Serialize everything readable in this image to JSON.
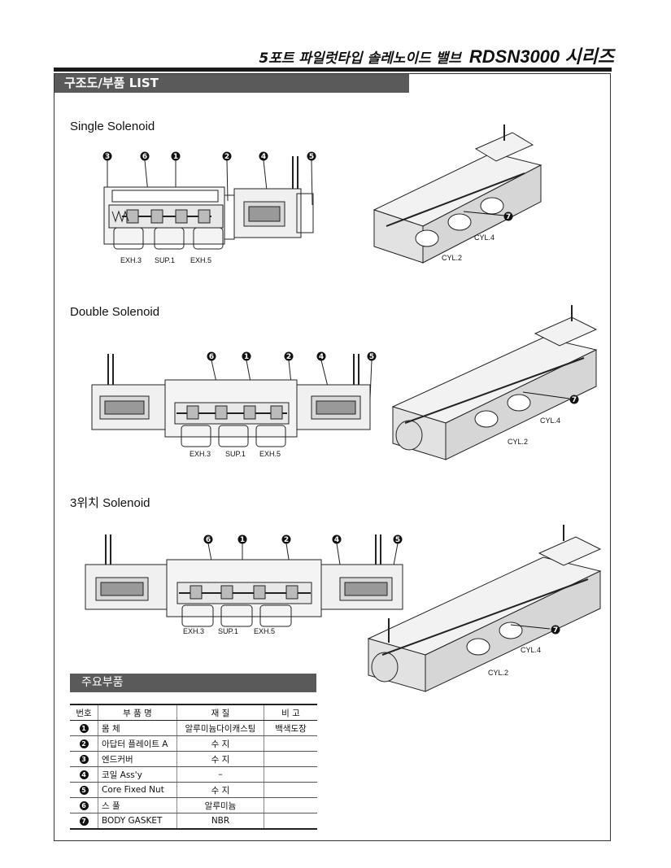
{
  "header": {
    "title_kr": "5포트 파일럿타입 솔레노이드 밸브",
    "series": "RDSN3000 시리즈"
  },
  "section": {
    "title": "구조도/부품 LIST"
  },
  "variants": [
    {
      "title": "Single Solenoid",
      "callouts": [
        "3",
        "6",
        "1",
        "2",
        "4",
        "5"
      ],
      "ports": [
        "EXH.3",
        "SUP.1",
        "EXH.5"
      ],
      "iso_callout": "7",
      "cyl_labels": [
        "CYL.4",
        "CYL.2"
      ]
    },
    {
      "title": "Double Solenoid",
      "callouts": [
        "6",
        "1",
        "2",
        "4",
        "5"
      ],
      "ports": [
        "EXH.3",
        "SUP.1",
        "EXH.5"
      ],
      "iso_callout": "7",
      "cyl_labels": [
        "CYL.4",
        "CYL.2"
      ]
    },
    {
      "title": "3위치 Solenoid",
      "callouts": [
        "6",
        "1",
        "2",
        "4",
        "5"
      ],
      "ports": [
        "EXH.3",
        "SUP.1",
        "EXH.5"
      ],
      "iso_callout": "7",
      "cyl_labels": [
        "CYL.4",
        "CYL.2"
      ]
    }
  ],
  "parts": {
    "title": "주요부품",
    "headers": [
      "번호",
      "부 품 명",
      "재 질",
      "비 고"
    ],
    "rows": [
      {
        "no": "1",
        "name": "몸 체",
        "material": "알루미늄다이캐스팅",
        "remark": "백색도장"
      },
      {
        "no": "2",
        "name": "아답터 플레이트 A",
        "material": "수 지",
        "remark": ""
      },
      {
        "no": "3",
        "name": "엔드커버",
        "material": "수 지",
        "remark": ""
      },
      {
        "no": "4",
        "name": "코일 Ass'y",
        "material": "–",
        "remark": ""
      },
      {
        "no": "5",
        "name": "Core Fixed Nut",
        "material": "수 지",
        "remark": ""
      },
      {
        "no": "6",
        "name": "스 풀",
        "material": "알루미늄",
        "remark": ""
      },
      {
        "no": "7",
        "name": "BODY GASKET",
        "material": "NBR",
        "remark": ""
      }
    ]
  }
}
